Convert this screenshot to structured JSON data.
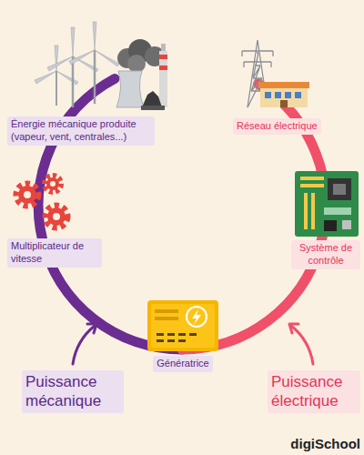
{
  "diagram": {
    "nodes": [
      {
        "text": [
          "Énergie mécanique produite (vapeur, vent, centrales...)"
        ]
      },
      {
        "text": [
          "Multiplicateur de vitesse"
        ]
      },
      {
        "text": [
          "Génératrice"
        ]
      },
      {
        "text": [
          "Réseau électrique"
        ]
      },
      {
        "text": [
          "Système de contrôle"
        ]
      },
      {
        "text": [
          "Puissance mécanique"
        ]
      },
      {
        "text": [
          "Puissance électrique"
        ]
      }
    ],
    "labels": [
      "digiSchool"
    ]
  }
}
